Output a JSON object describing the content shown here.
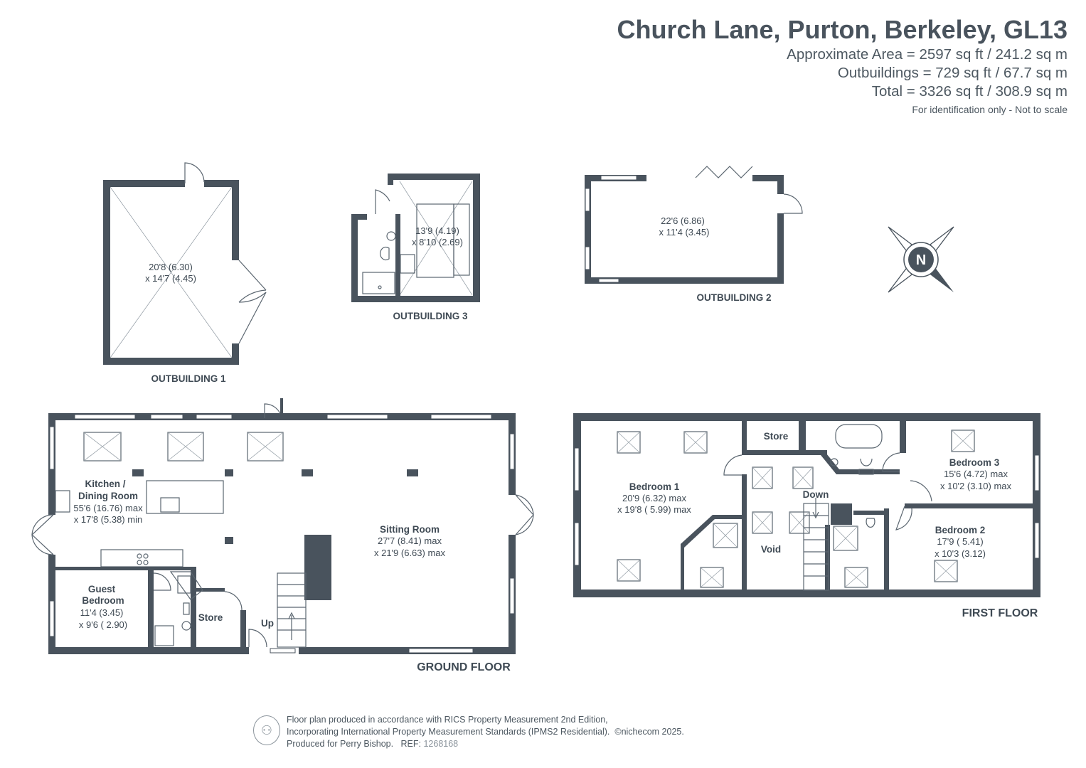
{
  "header": {
    "title": "Church Lane, Purton, Berkeley, GL13",
    "approx_area": "Approximate Area = 2597 sq ft / 241.2 sq m",
    "outbuildings_area": "Outbuildings = 729 sq ft / 67.7 sq m",
    "total_area": "Total = 3326 sq ft / 308.9 sq m",
    "scale_note": "For identification only - Not to scale"
  },
  "outbuilding1": {
    "label": "OUTBUILDING 1",
    "dim1": "20'8 (6.30)",
    "dim2": "x 14'7 (4.45)"
  },
  "outbuilding2": {
    "label": "OUTBUILDING 2",
    "dim1": "22'6 (6.86)",
    "dim2": "x 11'4 (3.45)"
  },
  "outbuilding3": {
    "label": "OUTBUILDING 3",
    "dim1": "13'9 (4.19)",
    "dim2": "x 8'10 (2.69)"
  },
  "compass": {
    "letter": "N"
  },
  "ground_floor": {
    "label": "GROUND FLOOR",
    "kitchen_name1": "Kitchen /",
    "kitchen_name2": "Dining Room",
    "kitchen_dim1": "55'6 (16.76) max",
    "kitchen_dim2": "x 17'8 (5.38) min",
    "sitting_name": "Sitting Room",
    "sitting_dim1": "27'7 (8.41) max",
    "sitting_dim2": "x 21'9 (6.63) max",
    "guest_name1": "Guest",
    "guest_name2": "Bedroom",
    "guest_dim1": "11'4 (3.45)",
    "guest_dim2": "x 9'6 ( 2.90)",
    "store": "Store",
    "up": "Up"
  },
  "first_floor": {
    "label": "FIRST FLOOR",
    "bed1_name": "Bedroom 1",
    "bed1_dim1": "20'9 (6.32) max",
    "bed1_dim2": "x 19'8 ( 5.99) max",
    "store": "Store",
    "bed3_name": "Bedroom 3",
    "bed3_dim1": "15'6 (4.72) max",
    "bed3_dim2": "x 10'2 (3.10) max",
    "bed2_name": "Bedroom 2",
    "bed2_dim1": "17'9 ( 5.41)",
    "bed2_dim2": "x 10'3 (3.12)",
    "void": "Void",
    "down": "Down"
  },
  "footer": {
    "line1": "Floor plan produced in accordance with RICS Property Measurement 2nd Edition,",
    "line2": "Incorporating International Property Measurement Standards (IPMS2 Residential).",
    "copyright": "©nichecom 2025.",
    "line3_prefix": "Produced for Perry Bishop.",
    "ref_label": "REF:",
    "ref_value": "1268168"
  }
}
